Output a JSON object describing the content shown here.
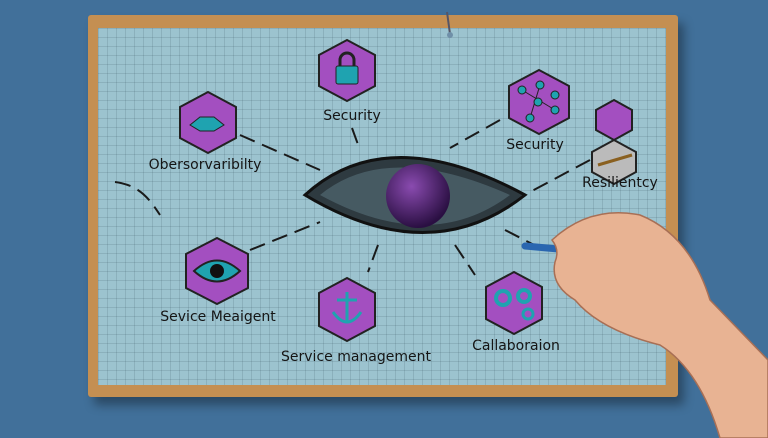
{
  "nodes": {
    "observability": {
      "label": "Obersorvaribilty",
      "icon": "handshake-icon"
    },
    "security_top": {
      "label": "Security",
      "icon": "lock-icon"
    },
    "security_right": {
      "label": "Security",
      "icon": "network-icon"
    },
    "resiliency": {
      "label": "Resilientcy",
      "icon": "quill-icon"
    },
    "service_left": {
      "label": "Sevice Meaigent",
      "icon": "eye-icon"
    },
    "service_bottom": {
      "label": "Service management",
      "icon": "anchor-icon"
    },
    "collaboration": {
      "label": "Callaboraion",
      "icon": "gears-icon"
    }
  },
  "colors": {
    "hex_fill": "#a34fc0",
    "icon": "#1fa3b0",
    "center": "#4a1a6e",
    "board": "#c48f52",
    "paper": "#9cc3cf"
  }
}
